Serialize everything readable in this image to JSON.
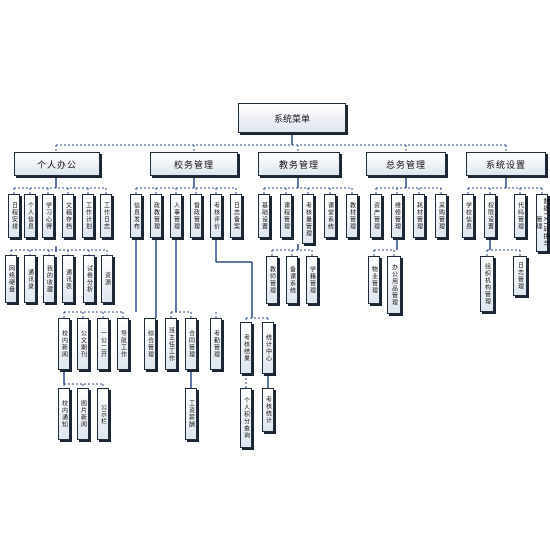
{
  "root": "系统菜单",
  "categories": [
    "个人办公",
    "校务管理",
    "教务管理",
    "总务管理",
    "系统设置"
  ],
  "personal": {
    "top": [
      "日程安排",
      "个人信息",
      "学习心得",
      "文稿存档",
      "工作计划",
      "工作日志"
    ],
    "sub": [
      "网络硬盘",
      "通讯录",
      "我的收藏",
      "通讯表",
      "试卷分析",
      "资源"
    ]
  },
  "admin": {
    "top": [
      "信息发布",
      "政教管理",
      "人事管理",
      "督政管理",
      "考核评价",
      "日志备案"
    ],
    "info_sub": [
      "校内新闻",
      "公文期刊",
      "一公二开",
      "导航工作"
    ],
    "info_sub2": [
      "校内通知",
      "图片新闻",
      "公示栏"
    ],
    "zj_sub": "综合管理",
    "rs_sub": "班主任工作",
    "dz_sub": "合同管理",
    "dz_sub2": "工资薪酬",
    "kh_sub": "考勤管理",
    "eval_sub": [
      "考核结果",
      "统计中心"
    ],
    "eval_sub2": [
      "个人积分查询",
      "考核统计"
    ]
  },
  "teaching": {
    "top": [
      "基础设置",
      "课程管理",
      "考核量管理",
      "课堂系统",
      "教材管理"
    ],
    "sub": [
      "教师管理",
      "备课系统",
      "学籍管理"
    ]
  },
  "general": {
    "top": [
      "资产管理",
      "维修管理",
      "耗材管理",
      "采购管理"
    ],
    "sub": [
      "物业管理",
      "办公用品管理"
    ]
  },
  "settings": {
    "top": [
      "学校信息",
      "权限设置",
      "代码管理",
      "数据TXT转换与管理"
    ],
    "sub": [
      "组织机构管理",
      "日志管理"
    ]
  }
}
